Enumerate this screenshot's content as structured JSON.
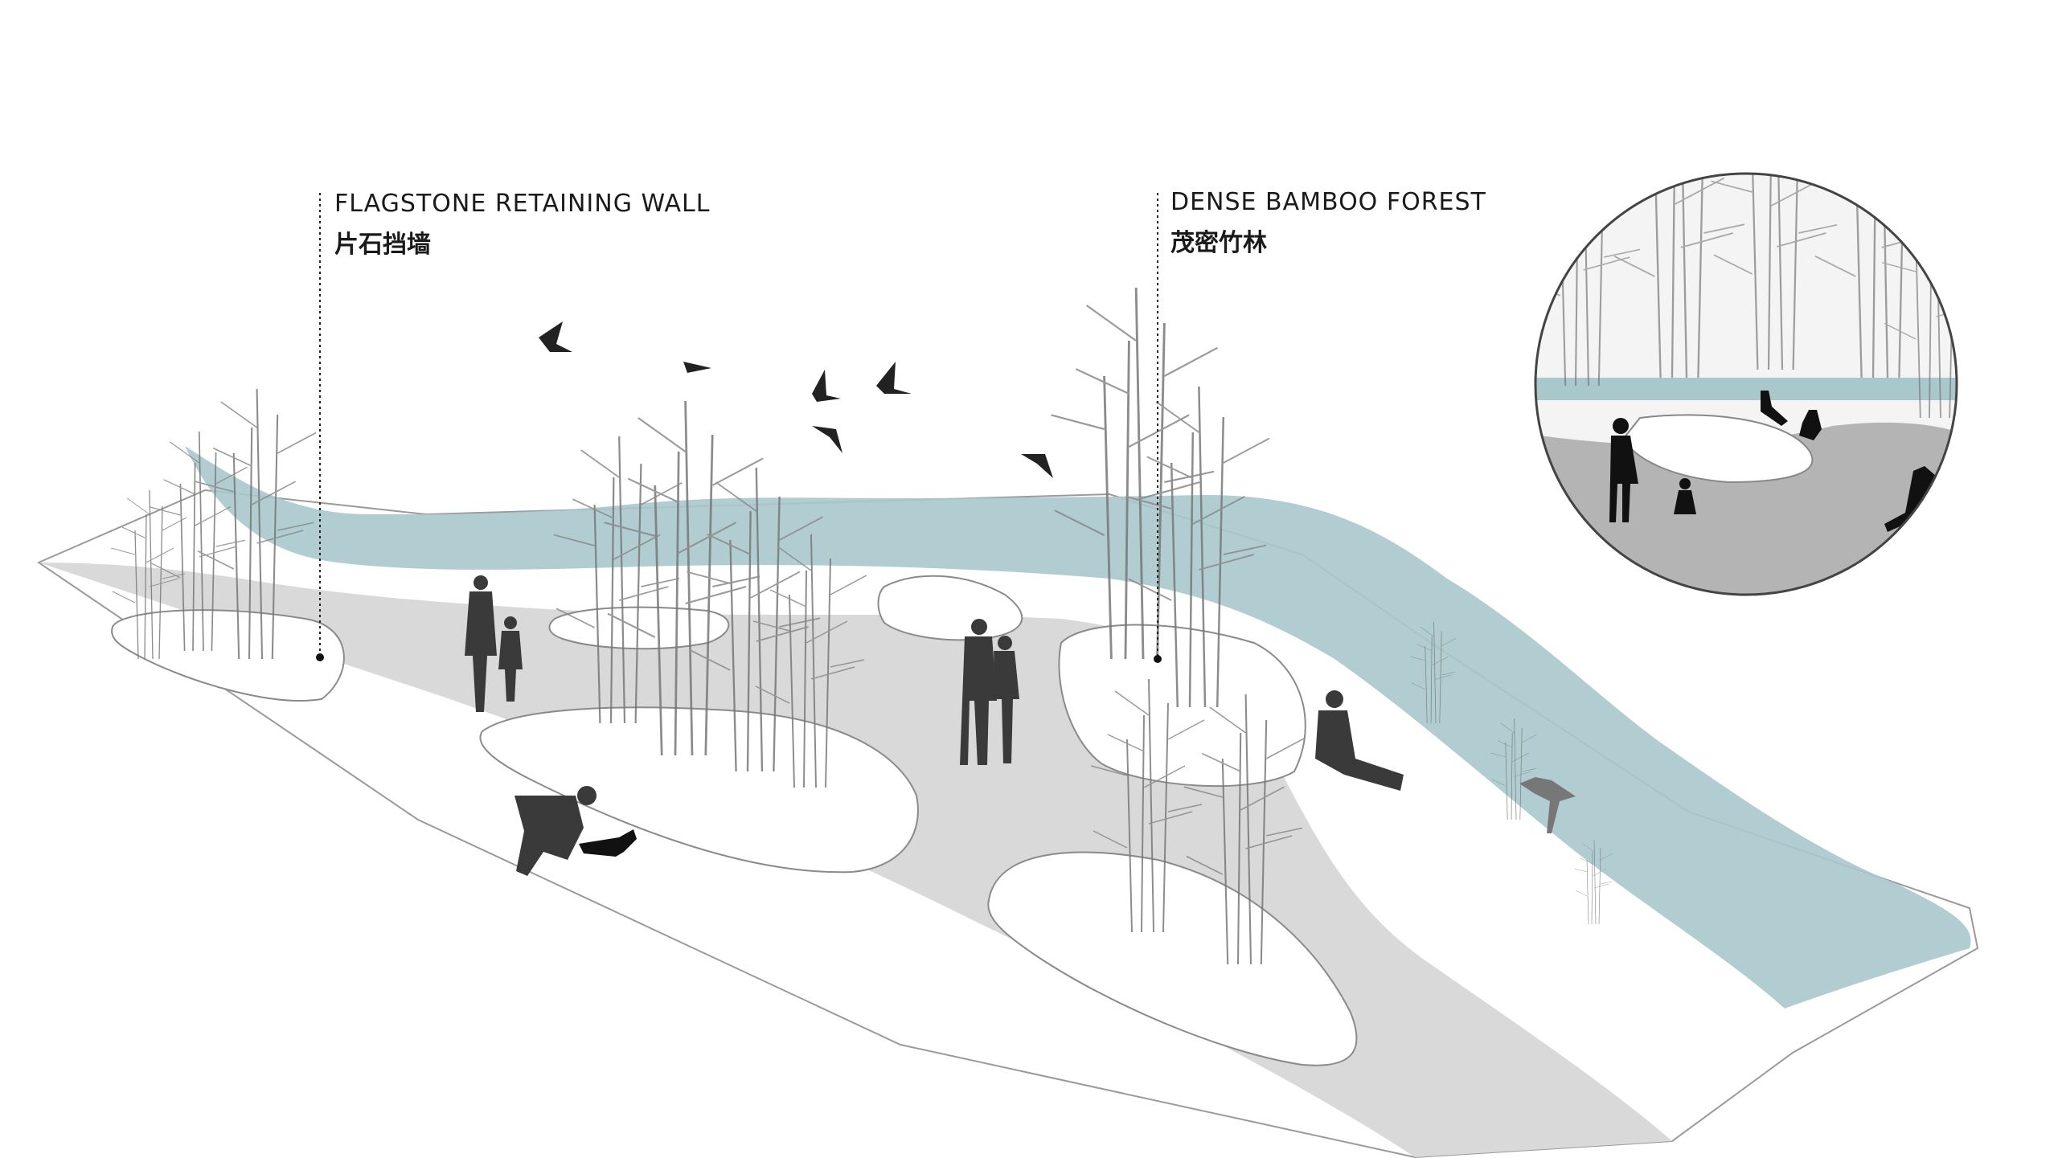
{
  "annotations": [
    {
      "en": "FLAGSTONE RETAINING WALL",
      "zh": "片石挡墙"
    },
    {
      "en": "DENSE BAMBOO FOREST",
      "zh": "茂密竹林"
    }
  ],
  "colors": {
    "water": "#a9c8cc",
    "path": "#d9d9d9",
    "ground": "#ffffff",
    "planter_edge": "#8a8a8a",
    "bamboo": "#6f6f6f",
    "silhouette": "#111111",
    "inset_ground": "#b4b4b4",
    "inset_border": "#444444"
  },
  "icons": [
    "bird-icon",
    "person-icon",
    "cat-icon",
    "heron-icon",
    "bamboo-icon"
  ]
}
